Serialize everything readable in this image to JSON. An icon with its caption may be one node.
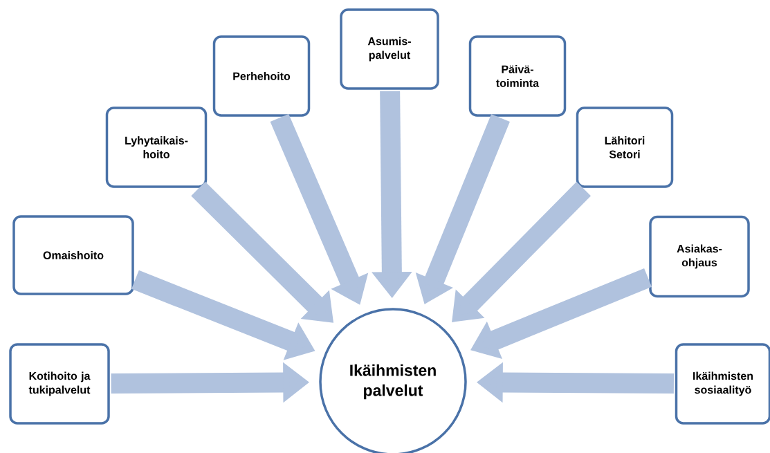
{
  "diagram": {
    "nodes": [
      {
        "text": [
          "Kotihoito ja tukipalvelut"
        ]
      },
      {
        "text": [
          "Omaishoito"
        ]
      },
      {
        "text": [
          "Lyhytaikais- hoito"
        ]
      },
      {
        "text": [
          "Perhehoito"
        ]
      },
      {
        "text": [
          "Asumis- palvelut"
        ]
      },
      {
        "text": [
          "Päivä- toiminta"
        ]
      },
      {
        "text": [
          "Lähitori Setori"
        ]
      },
      {
        "text": [
          "Asiakas- ohjaus"
        ]
      },
      {
        "text": [
          "Ikäihmisten sosiaalityö"
        ]
      },
      {
        "text": [
          "Ikäihmisten palvelut"
        ]
      }
    ],
    "edges": [
      {
        "from": 0,
        "to": 9,
        "arrow": "to"
      },
      {
        "from": 1,
        "to": 9,
        "arrow": "to"
      },
      {
        "from": 2,
        "to": 9,
        "arrow": "to"
      },
      {
        "from": 3,
        "to": 9,
        "arrow": "to"
      },
      {
        "from": 4,
        "to": 9,
        "arrow": "to"
      },
      {
        "from": 5,
        "to": 9,
        "arrow": "to"
      },
      {
        "from": 6,
        "to": 9,
        "arrow": "to"
      },
      {
        "from": 7,
        "to": 9,
        "arrow": "to"
      },
      {
        "from": 8,
        "to": 9,
        "arrow": "to"
      }
    ]
  }
}
